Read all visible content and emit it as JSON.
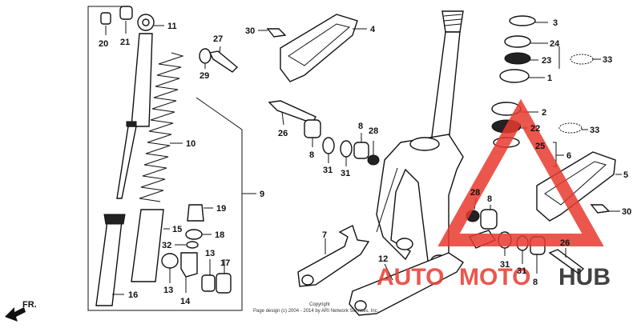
{
  "callouts": [
    {
      "id": "c20",
      "label": "20"
    },
    {
      "id": "c21",
      "label": "21"
    },
    {
      "id": "c11",
      "label": "11"
    },
    {
      "id": "c10",
      "label": "10"
    },
    {
      "id": "c9",
      "label": "9"
    },
    {
      "id": "c19",
      "label": "19"
    },
    {
      "id": "c15",
      "label": "15"
    },
    {
      "id": "c18",
      "label": "18"
    },
    {
      "id": "c32",
      "label": "32"
    },
    {
      "id": "c13a",
      "label": "13"
    },
    {
      "id": "c13b",
      "label": "13"
    },
    {
      "id": "c17",
      "label": "17"
    },
    {
      "id": "c14",
      "label": "14"
    },
    {
      "id": "c16",
      "label": "16"
    },
    {
      "id": "c27",
      "label": "27"
    },
    {
      "id": "c29",
      "label": "29"
    },
    {
      "id": "c30a",
      "label": "30"
    },
    {
      "id": "c4",
      "label": "4"
    },
    {
      "id": "c26a",
      "label": "26"
    },
    {
      "id": "c8a",
      "label": "8"
    },
    {
      "id": "c8b",
      "label": "8"
    },
    {
      "id": "c28a",
      "label": "28"
    },
    {
      "id": "c31a",
      "label": "31"
    },
    {
      "id": "c31b",
      "label": "31"
    },
    {
      "id": "c3",
      "label": "3"
    },
    {
      "id": "c24",
      "label": "24"
    },
    {
      "id": "c23",
      "label": "23"
    },
    {
      "id": "c33a",
      "label": "33"
    },
    {
      "id": "c1",
      "label": "1"
    },
    {
      "id": "c2",
      "label": "2"
    },
    {
      "id": "c22",
      "label": "22"
    },
    {
      "id": "c33b",
      "label": "33"
    },
    {
      "id": "c25",
      "label": "25"
    },
    {
      "id": "c6",
      "label": "6"
    },
    {
      "id": "c5",
      "label": "5"
    },
    {
      "id": "c28b",
      "label": "28"
    },
    {
      "id": "c8c",
      "label": "8"
    },
    {
      "id": "c30b",
      "label": "30"
    },
    {
      "id": "c7",
      "label": "7"
    },
    {
      "id": "c12",
      "label": "12"
    },
    {
      "id": "c31c",
      "label": "31"
    },
    {
      "id": "c31d",
      "label": "31"
    },
    {
      "id": "c26b",
      "label": "26"
    },
    {
      "id": "c8d",
      "label": "8"
    }
  ],
  "direction_label": "FR.",
  "copyright": {
    "line1": "Copyright",
    "line2": "Page design (c) 2004 - 2014 by ARI Network Services, Inc."
  },
  "watermark": {
    "text_auto": "AUTO",
    "text_moto": "MOTO",
    "text_hub": "HUB",
    "color_primary": "#e83a2e",
    "color_secondary": "#222222"
  }
}
